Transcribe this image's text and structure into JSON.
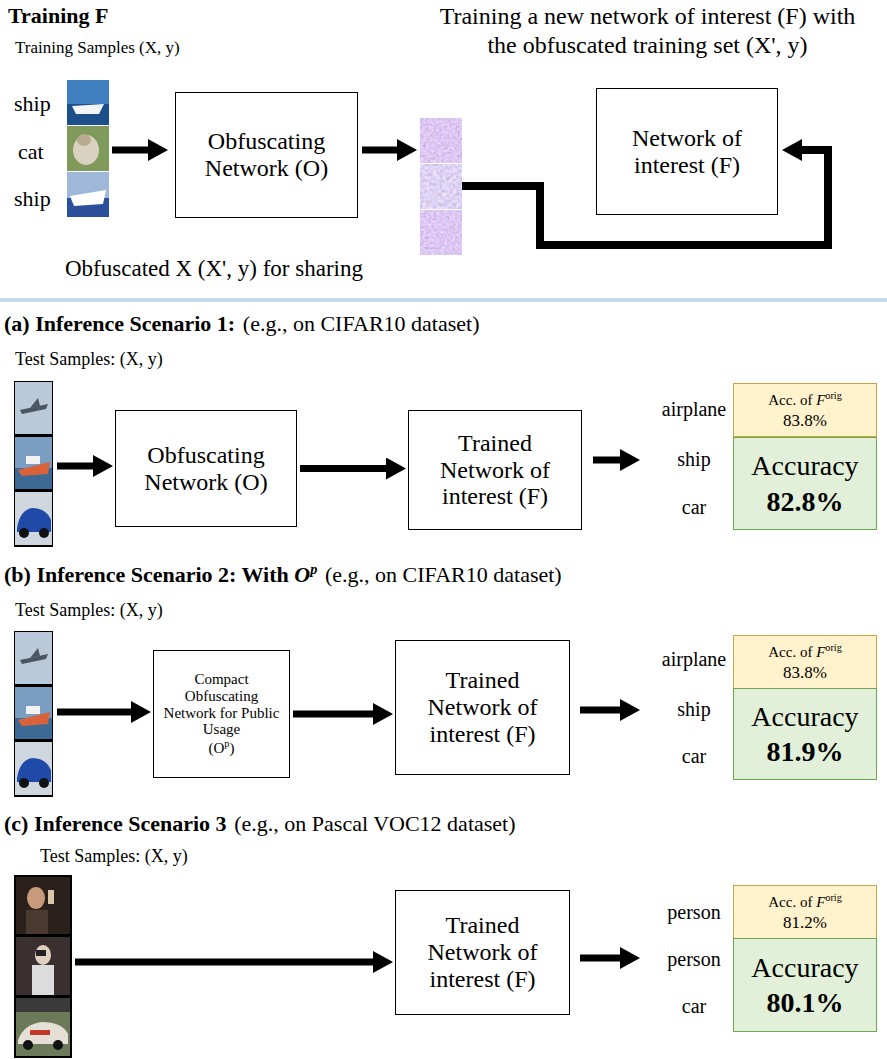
{
  "diagram": {
    "nodes": [
      {
        "text": [
          "Obfuscating Network (O)"
        ]
      },
      {
        "text": [
          "Network of interest (F)"
        ]
      },
      {
        "text": [
          "Obfuscating Network (O)"
        ]
      },
      {
        "text": [
          "Trained Network of interest (F)"
        ]
      },
      {
        "text": [
          "Acc. of",
          "F",
          "orig",
          "83.8%"
        ]
      },
      {
        "text": [
          "Accuracy",
          "82.8%"
        ]
      },
      {
        "text": [
          "Compact Obfuscating Network for Public Usage",
          "(O",
          "p",
          ")"
        ]
      },
      {
        "text": [
          "Trained Network of interest (F)"
        ]
      },
      {
        "text": [
          "Acc. of",
          "F",
          "orig",
          "83.8%"
        ]
      },
      {
        "text": [
          "Accuracy",
          "81.9%"
        ]
      },
      {
        "text": [
          "Trained Network of interest (F)"
        ]
      },
      {
        "text": [
          "Acc. of",
          "F",
          "orig",
          "81.2%"
        ]
      },
      {
        "text": [
          "Accuracy",
          "80.1%"
        ]
      }
    ],
    "edges": [
      {
        "from": 2,
        "to": 3,
        "arrow": "to"
      },
      {
        "from": 6,
        "to": 7,
        "arrow": "to"
      }
    ],
    "labels": [
      "Training F",
      "Training Samples (X, y)",
      "ship",
      "cat",
      "ship",
      "Training a new network of interest (F) with the obfuscated training set (X', y)",
      "Obfuscated X (X', y) for sharing",
      "(a) Inference Scenario 1:",
      "(e.g., on CIFAR10 dataset)",
      "Test Samples: (X, y)",
      "airplane",
      "ship",
      "car",
      "(b) Inference Scenario 2: With",
      "O",
      "p",
      "(e.g., on CIFAR10 dataset)",
      "Test Samples: (X, y)",
      "airplane",
      "ship",
      "car",
      "(c) Inference Scenario 3",
      "(e.g., on Pascal VOC12 dataset)",
      "Test Samples: (X, y)",
      "person",
      "person",
      "car"
    ]
  }
}
